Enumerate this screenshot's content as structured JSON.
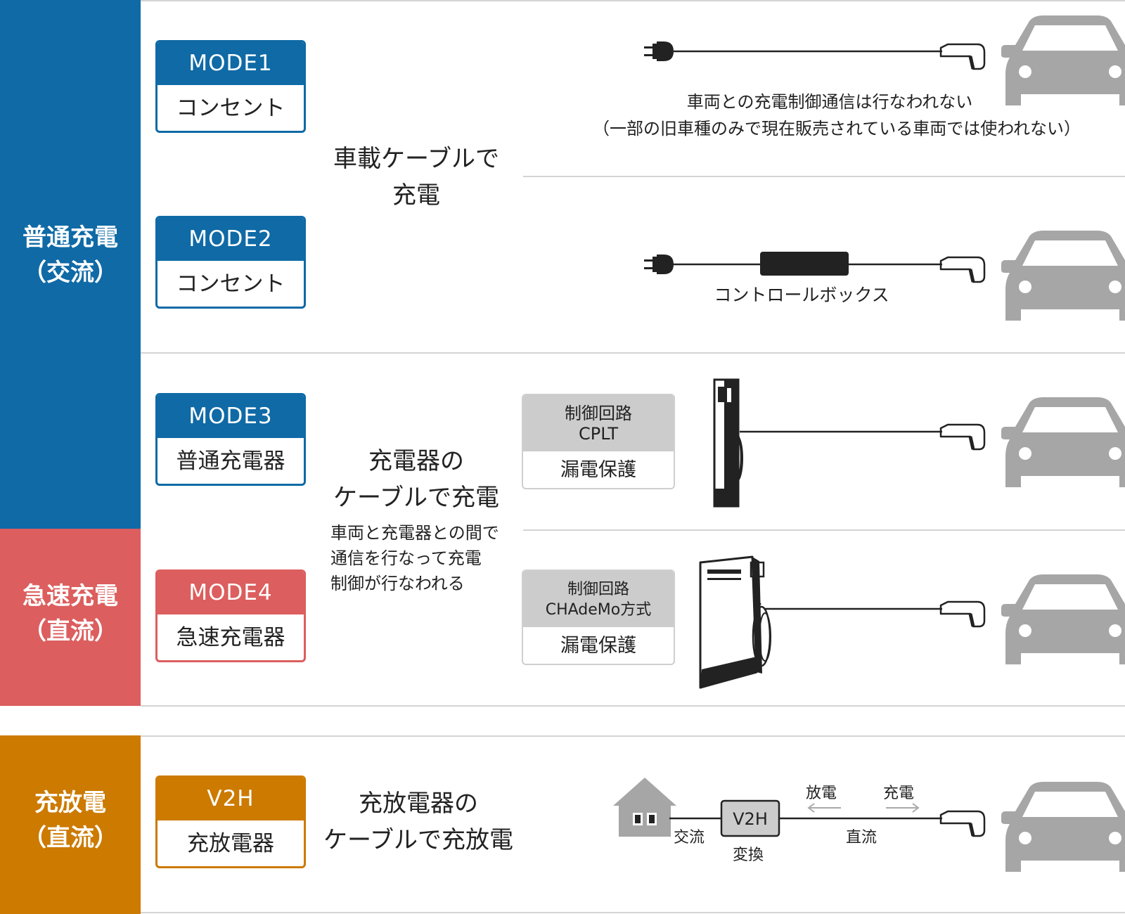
{
  "colors": {
    "normal_blue": "#0f6aa6",
    "rapid_red": "#dc5e5e",
    "v2h_orange": "#cc7a00",
    "device_gray": "#a6a6a6",
    "control_gray": "#cccccc"
  },
  "bands": {
    "normal": {
      "line1": "普通充電",
      "line2": "（交流）"
    },
    "rapid": {
      "line1": "急速充電",
      "line2": "（直流）"
    },
    "v2h": {
      "line1": "充放電",
      "line2": "（直流）"
    }
  },
  "modes": {
    "mode1": {
      "head": "MODE1",
      "body": "コンセント"
    },
    "mode2": {
      "head": "MODE2",
      "body": "コンセント"
    },
    "mode3": {
      "head": "MODE3",
      "body": "普通充電器"
    },
    "mode4": {
      "head": "MODE4",
      "body": "急速充電器"
    },
    "v2h": {
      "head": "V2H",
      "body": "充放電器"
    }
  },
  "descriptions": {
    "onboard": {
      "line1": "車載ケーブルで",
      "line2": "充電"
    },
    "charger": {
      "line1": "充電器の",
      "line2": "ケーブルで充電"
    },
    "charger_note": {
      "line1": "車両と充電器との間で",
      "line2": "通信を行なって充電",
      "line3": "制御が行なわれる"
    },
    "v2h": {
      "line1": "充放電器の",
      "line2": "ケーブルで充放電"
    }
  },
  "mode1_note": {
    "line1": "車両との充電制御通信は行なわれない",
    "line2": "（一部の旧車種のみで現在販売されている車両では使われない）"
  },
  "mode2_control_box": "コントロールボックス",
  "control_boxes": {
    "mode3": {
      "line1": "制御回路",
      "line2": "CPLT",
      "body": "漏電保護"
    },
    "mode4": {
      "line1": "制御回路",
      "line2": "CHAdeMo方式",
      "body": "漏電保護"
    }
  },
  "v2h_diagram": {
    "box_label": "V2H",
    "ac": "交流",
    "convert": "変換",
    "discharge": "放電",
    "charge": "充電",
    "dc": "直流"
  }
}
